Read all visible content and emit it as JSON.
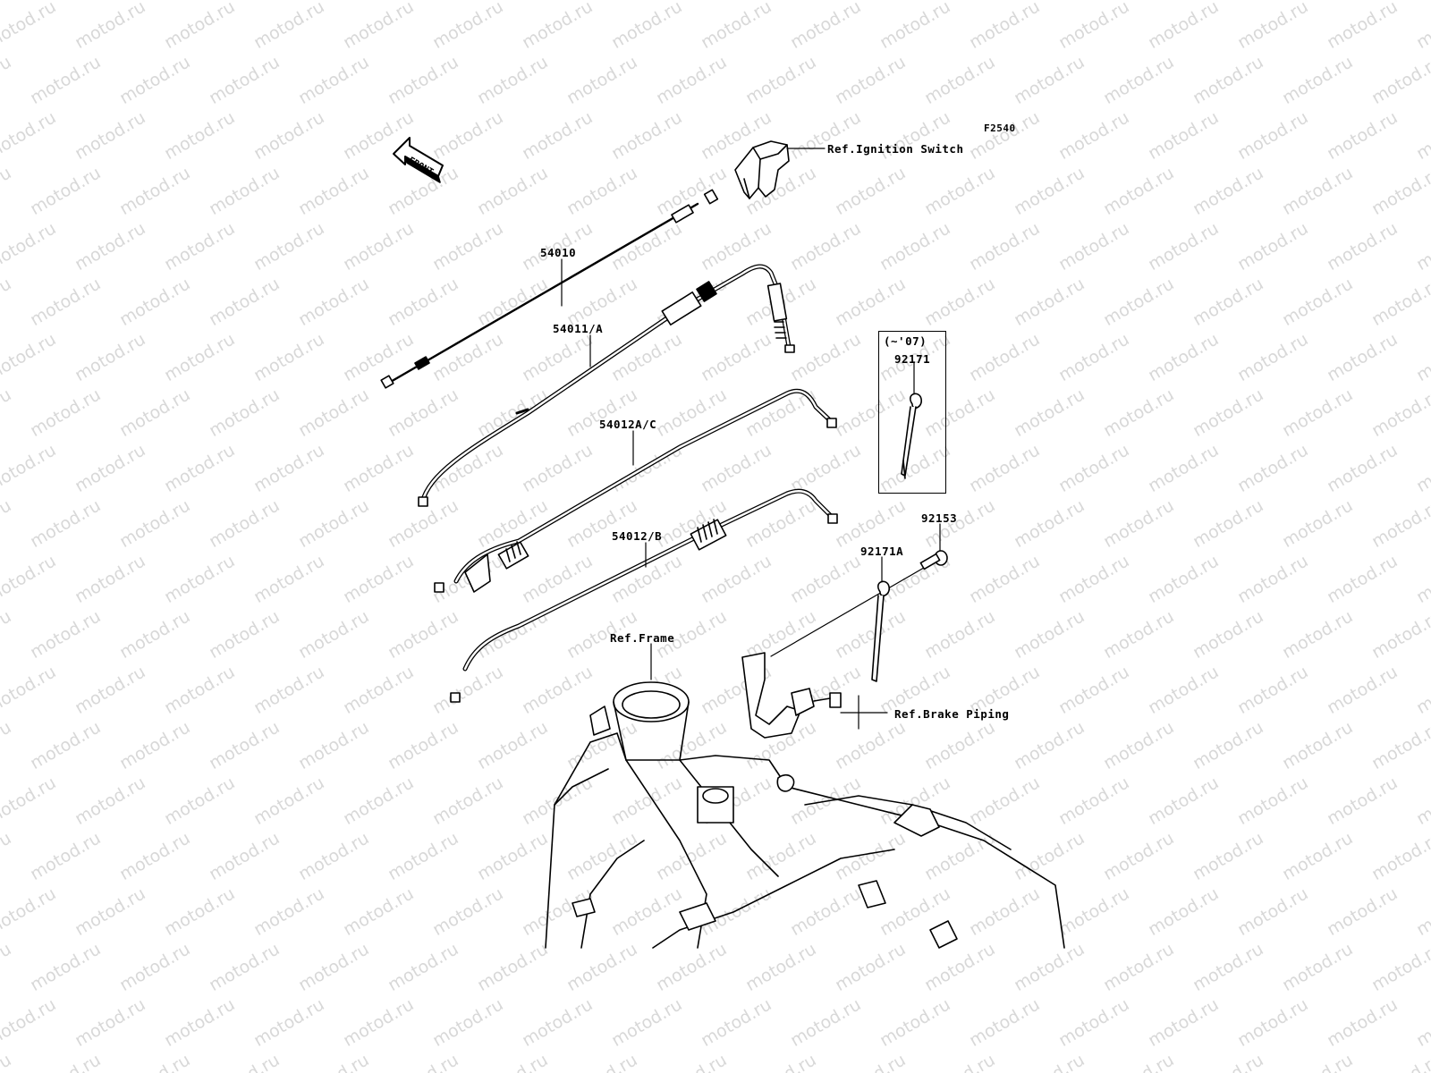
{
  "figure_code": "F2540",
  "front_arrow_text": "FRONT",
  "watermark_text": "motod.ru",
  "parts": {
    "p54010": "54010",
    "p54011a": "54011/A",
    "p54012ac": "54012A/C",
    "p54012b": "54012/B",
    "p92171": "92171",
    "p92153": "92153",
    "p92171a": "92171A"
  },
  "inset_note": "(~'07)",
  "references": {
    "ignition": "Ref.Ignition Switch",
    "frame": "Ref.Frame",
    "brake": "Ref.Brake Piping"
  }
}
